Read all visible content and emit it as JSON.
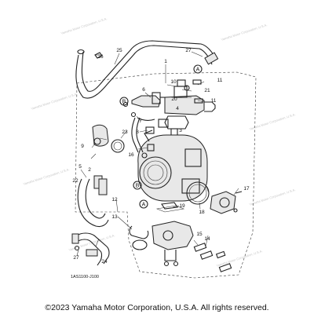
{
  "callouts": {
    "c1": "1",
    "c2": "2",
    "c3": "3",
    "c4": "4",
    "c5": "5",
    "c6": "6",
    "c7": "7",
    "c8": "8",
    "c9": "9",
    "c10": "10",
    "c11a": "11",
    "c11b": "11",
    "c12": "12",
    "c13": "13",
    "c14": "14",
    "c15": "15",
    "c16": "16",
    "c17": "17",
    "c18": "18",
    "c19": "19",
    "c20": "20",
    "c21": "21",
    "c22": "22",
    "c23": "23",
    "c24": "24",
    "c25": "25",
    "c26": "26",
    "c27a": "27",
    "c27b": "27"
  },
  "refs": {
    "a1": "A",
    "a2": "A",
    "b1": "B",
    "b2": "B"
  },
  "diagram_code": "1AS1100-J100",
  "copyright": "©2023 Yamaha Motor Corporation, U.S.A. All rights reserved.",
  "watermark_text": "Yamaha Motor Corporation, U.S.A."
}
